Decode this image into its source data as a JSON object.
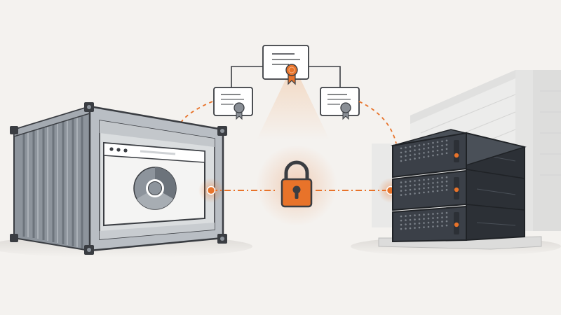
{
  "colors": {
    "background": "#f4f2ef",
    "accent": "#e8732a",
    "container_steel": "#8d949c",
    "container_dark": "#5d646c",
    "server_body": "#3b4048",
    "server_front": "#2c3036",
    "building": "#e6e6e6",
    "outline": "#3a3d42",
    "certificate_paper": "#ffffff",
    "seal_gray": "#8a8f96"
  },
  "icons": {
    "container": "shipping-container-icon",
    "browser": "browser-window-icon",
    "browser_logo": "chrome-logo-icon",
    "lock": "padlock-icon",
    "certificate": "certificate-icon",
    "server": "server-rack-icon",
    "building": "datacenter-building-icon"
  },
  "diagram": {
    "certificate_chain": {
      "root": "root-certificate",
      "intermediates": [
        "left-certificate",
        "right-certificate"
      ]
    },
    "connection": {
      "from": "browser-in-container",
      "to": "server-rack",
      "secured_by": "padlock"
    }
  }
}
